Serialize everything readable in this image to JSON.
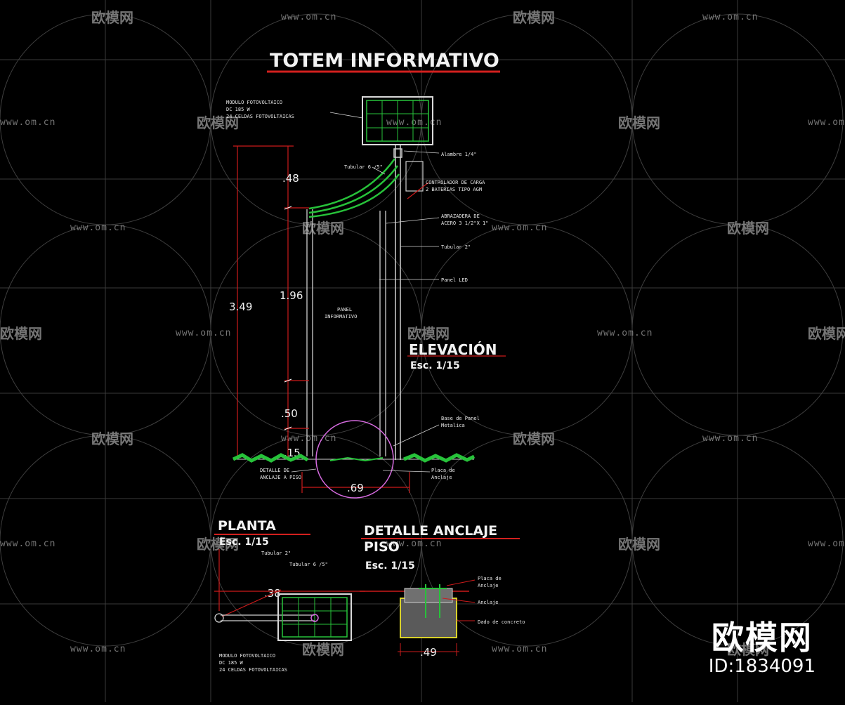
{
  "title": "TOTEM INFORMATIVO",
  "watermark": {
    "brand": "欧模网",
    "url": "www.om.cn"
  },
  "brand_mark": {
    "logo": "欧模网",
    "id": "ID:1834091"
  },
  "elevation": {
    "title": "ELEVACIÓN",
    "scale": "Esc. 1/15",
    "panel_text": [
      "PANEL",
      "INFORMATIVO"
    ],
    "dimensions": {
      "total": "3.49",
      "d1": ".48",
      "d2": "1.96",
      "d3": ".50",
      "d4": ".15",
      "base": ".69"
    },
    "labels": {
      "module": [
        "MODULO FOTOVOLTAICO",
        "DC 185 W",
        "24 CELDAS FOTOVOLTAICAS"
      ],
      "alambre": "Alambre 1/4\"",
      "tubular_top": "Tubular 6 /5\"",
      "controlador": [
        "CONTROLADOR DE CARGA",
        "2 BATERIAS TIPO AGM"
      ],
      "abrazadera": [
        "ABRAZADERA DE",
        "ACERO 3 1/2\"X 1\""
      ],
      "tubular_2": "Tubular 2\"",
      "panel_led": "Panel LED",
      "base_panel": [
        "Base de Panel",
        "Metalica"
      ],
      "detalle_piso": [
        "DETALLE DE",
        "ANCLAJE A PISO"
      ],
      "placa": [
        "Placa de",
        "Anclaje"
      ]
    }
  },
  "planta": {
    "title": "PLANTA",
    "scale": "Esc. 1/15",
    "dimension": ".38",
    "labels": {
      "tubular_2": "Tubular 2\"",
      "tubular_6": "Tubular 6 /5\"",
      "module": [
        "MODULO FOTOVOLTAICO",
        "DC 185 W",
        "24 CELDAS FOTOVOLTAICAS"
      ]
    }
  },
  "detalle": {
    "title": [
      "DETALLE ANCLAJE",
      "PISO"
    ],
    "scale": "Esc. 1/15",
    "dimension": ".49",
    "labels": {
      "placa": [
        "Placa de",
        "Anclaje"
      ],
      "anclaje": "Anclaje",
      "dado": "Dado de concreto"
    }
  },
  "colors": {
    "background": "#000000",
    "grid": "#3a3a3a",
    "accent_red": "#d2201e",
    "green": "#27c23a",
    "magenta": "#d66be0",
    "yellow": "#d9d22a",
    "red_lines": "#cc1b1b"
  }
}
